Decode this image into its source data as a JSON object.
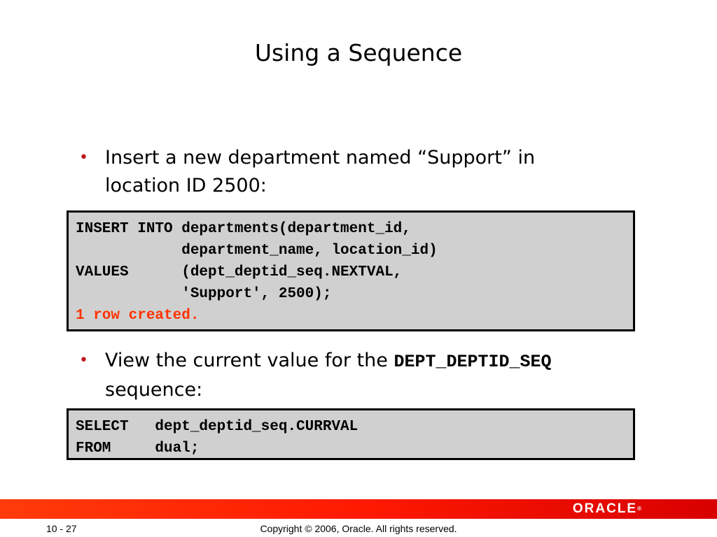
{
  "slide": {
    "title": "Using a Sequence"
  },
  "bullet1": {
    "marker": "•",
    "text": "Insert a new department named “Support” in location ID 2500:"
  },
  "code1": {
    "lines": [
      "INSERT INTO departments(department_id,",
      "            department_name, location_id)",
      "VALUES      (dept_deptid_seq.NEXTVAL,",
      "            'Support', 2500);"
    ],
    "result": "1 row created."
  },
  "bullet2": {
    "marker": "•",
    "text_before": "View the current value for the ",
    "code_term": "DEPT_DEPTID_SEQ",
    "text_after": "sequence:"
  },
  "code2": {
    "lines": [
      "SELECT   dept_deptid_seq.CURRVAL",
      "FROM     dual;"
    ]
  },
  "footer": {
    "logo_text": "ORACLE",
    "logo_mark": "®",
    "page_number": "10 - 27",
    "copyright": "Copyright © 2006, Oracle. All rights reserved."
  },
  "colors": {
    "accent_red": "#ff1a00",
    "result_text": "#ff3300",
    "code_background": "#d0d0d0"
  }
}
